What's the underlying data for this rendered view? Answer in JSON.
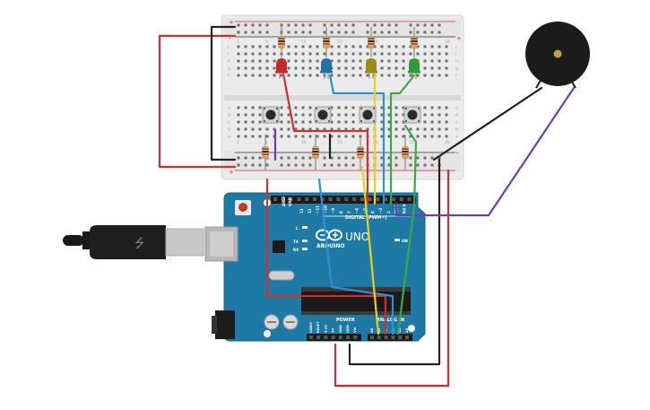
{
  "board": {
    "brand": "ARDUINO",
    "model": "UNO",
    "digital_header": "DIGITAL (PWM~)",
    "power_header": "POWER",
    "analog_header": "ANALOG IN",
    "led_l": "L",
    "led_tx": "TX",
    "led_rx": "RX",
    "led_on": "ON",
    "pin_aref": "AREF",
    "pin_gnd": "GND",
    "digital_pins": [
      "13",
      "12",
      "~11",
      "~10",
      "~9",
      "8",
      "7",
      "~6",
      "~5",
      "4",
      "~3",
      "2",
      "TX 1",
      "RX 0"
    ],
    "power_pins": [
      "IOREF",
      "RESET",
      "3.3V",
      "5V",
      "GND",
      "GND",
      "Vin"
    ],
    "analog_pins": [
      "A0",
      "A1",
      "A2",
      "A3",
      "A4",
      "A5"
    ]
  },
  "breadboard": {
    "row_letters_top": [
      "j",
      "i",
      "h",
      "g",
      "f"
    ],
    "row_letters_bottom": [
      "e",
      "d",
      "c",
      "b",
      "a"
    ],
    "column_numbers": [
      "1",
      "5",
      "10",
      "15",
      "20",
      "25",
      "30"
    ],
    "rail_plus": "+",
    "rail_minus": "-"
  },
  "components": {
    "leds": [
      {
        "name": "red-led",
        "color": "#c62828"
      },
      {
        "name": "blue-led",
        "color": "#1f6fa8"
      },
      {
        "name": "yellow-led",
        "color": "#9a8a1a"
      },
      {
        "name": "green-led",
        "color": "#2e9a3a"
      }
    ],
    "buzzer_color": "#1b1b1b"
  },
  "wire_colors": {
    "red": "#d32f2f",
    "black": "#222222",
    "blue": "#2d8fd6",
    "yellow": "#e8d21a",
    "green": "#3aa84a",
    "purple": "#6a3fb0"
  }
}
